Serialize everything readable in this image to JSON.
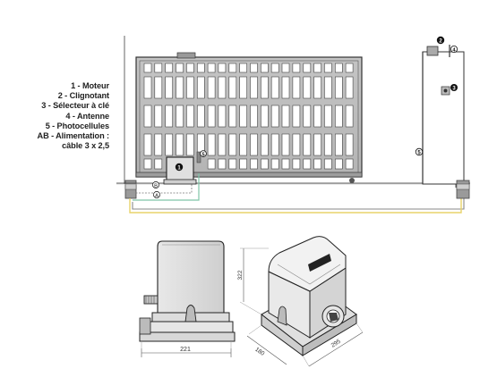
{
  "legend": {
    "items": [
      "1 - Moteur",
      "2 - Clignotant",
      "3 - Sélecteur à clé",
      "4 - Antenne",
      "5 - Photocellules",
      "AB - Alimentation :",
      "câble 3 x 2,5"
    ]
  },
  "callouts": {
    "motor": "1",
    "flasher": "2",
    "key_selector": "3",
    "antenna": "4",
    "photocell_gate": "5",
    "photocell_pillar": "5",
    "cable_a": "A",
    "cable_b": "B"
  },
  "dimensions": {
    "front_width": "221",
    "height": "322",
    "side_depth": "180",
    "side_length": "295"
  },
  "colors": {
    "gate_fill": "#bdbdbd",
    "gate_stroke": "#333333",
    "cable_yellow": "#e8d36a",
    "cable_green": "#7fc4a8",
    "cable_gray": "#8a8a8a"
  }
}
